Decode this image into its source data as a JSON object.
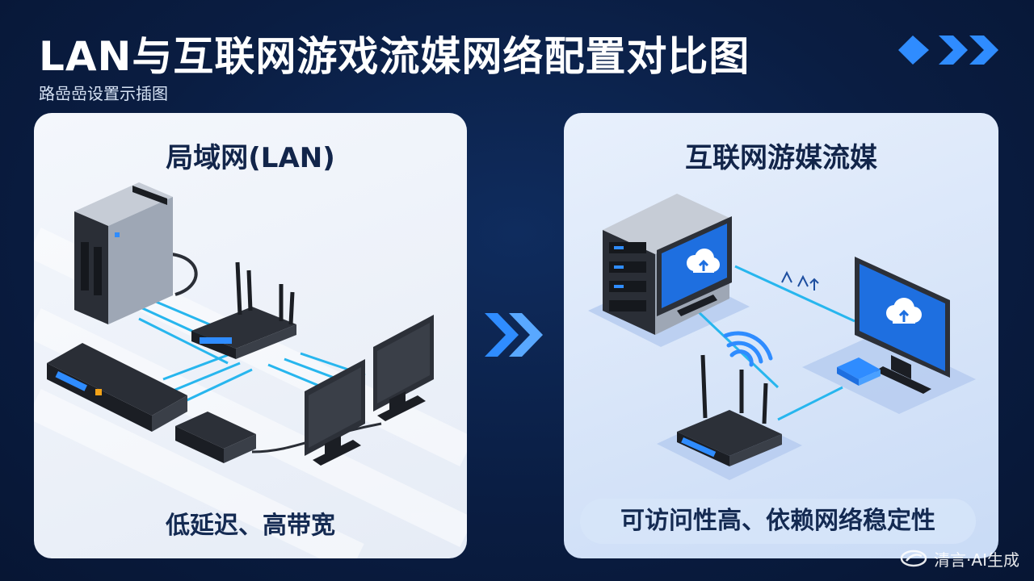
{
  "header": {
    "title": "LAN与互联网游戏流媒网络配置对比图",
    "subtitle": "路嵒嵒设置示插图"
  },
  "left_panel": {
    "title": "局域网(LAN)",
    "caption": "低延迟、高带宽"
  },
  "right_panel": {
    "title": "互联网游媒流媒",
    "caption": "可访问性高、依赖网络稳定性"
  },
  "watermark": {
    "text": "清言·AI生成"
  },
  "colors": {
    "background": "#0a1d42",
    "accent_blue": "#2f8cff",
    "cable_cyan": "#27b6ee",
    "device_dark": "#2a2e36"
  },
  "icons": {
    "header_chevrons": "triple-chevron-right-icon",
    "middle_arrow": "double-chevron-right-icon",
    "cloud": "cloud-upload-icon",
    "wifi": "wifi-icon"
  }
}
